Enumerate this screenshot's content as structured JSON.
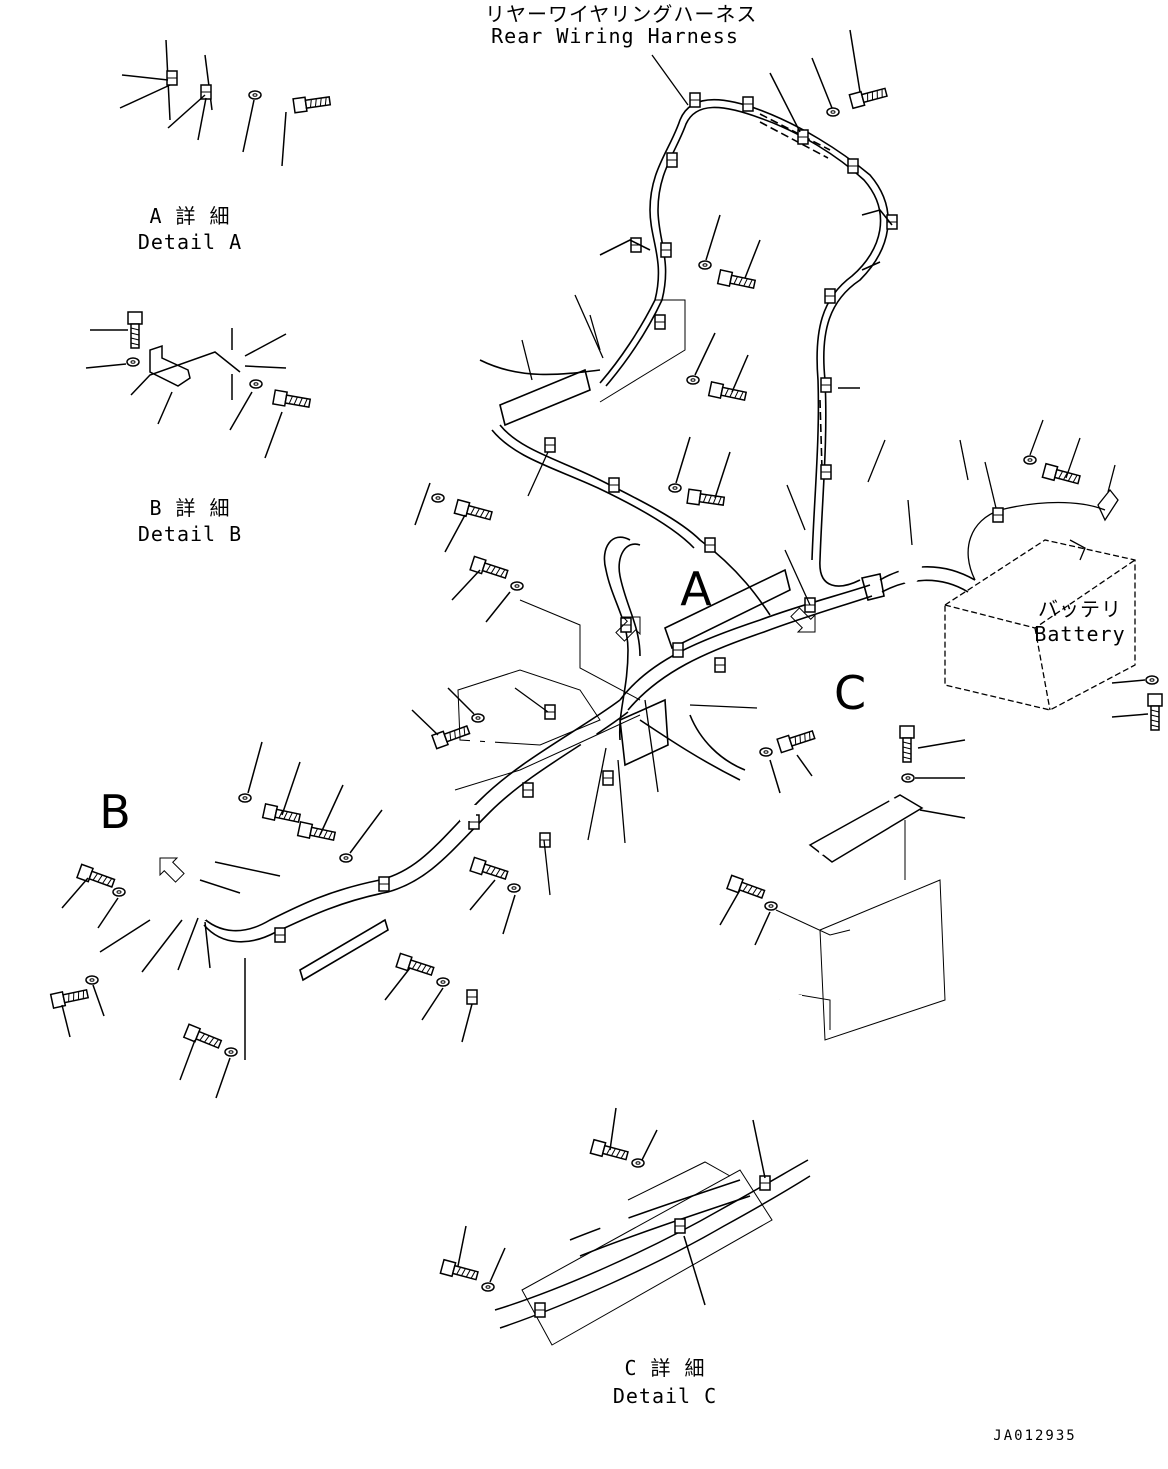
{
  "harness_label": {
    "jp": "リヤーワイヤリングハーネス",
    "en": "Rear Wiring Harness"
  },
  "detail_a": {
    "jp": "A 詳 細",
    "en": "Detail A"
  },
  "detail_b": {
    "jp": "B 詳 細",
    "en": "Detail B"
  },
  "detail_c": {
    "jp": "C 詳 細",
    "en": "Detail C"
  },
  "battery_label": {
    "jp": "バッテリ",
    "en": "Battery"
  },
  "view_markers": {
    "a": "A",
    "b": "B",
    "c": "C"
  },
  "drawing_code": "JA012935",
  "icons": [
    "arrow-a-icon",
    "arrow-b-icon",
    "arrow-c-icon",
    "battery-icon",
    "bolt-icon",
    "washer-icon",
    "clamp-icon"
  ]
}
